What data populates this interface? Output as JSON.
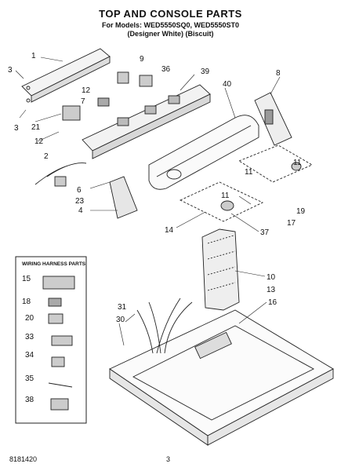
{
  "header": {
    "title": "TOP AND CONSOLE PARTS",
    "models": "For Models: WED5550SQ0, WED5550ST0",
    "colors": "(Designer White)   (Biscuit)"
  },
  "harness_box": {
    "title": "WIRING HARNESS PARTS"
  },
  "callouts": {
    "c1": "1",
    "c3a": "3",
    "c3b": "3",
    "c21": "21",
    "c12a": "12",
    "c7": "7",
    "c12b": "12",
    "c2": "2",
    "c23": "23",
    "c6": "6",
    "c4": "4",
    "c9": "9",
    "c36": "36",
    "c39": "39",
    "c40": "40",
    "c8": "8",
    "c11a": "11",
    "c11b": "11",
    "c11c": "11",
    "c17": "17",
    "c19": "19",
    "c37": "37",
    "c14": "14",
    "c10": "10",
    "c13": "13",
    "c16": "16",
    "c31": "31",
    "c30": "30",
    "h15": "15",
    "h18": "18",
    "h20": "20",
    "h33": "33",
    "h34": "34",
    "h35": "35",
    "h38": "38"
  },
  "footer": {
    "doc_number": "8181420",
    "page_number": "3"
  }
}
